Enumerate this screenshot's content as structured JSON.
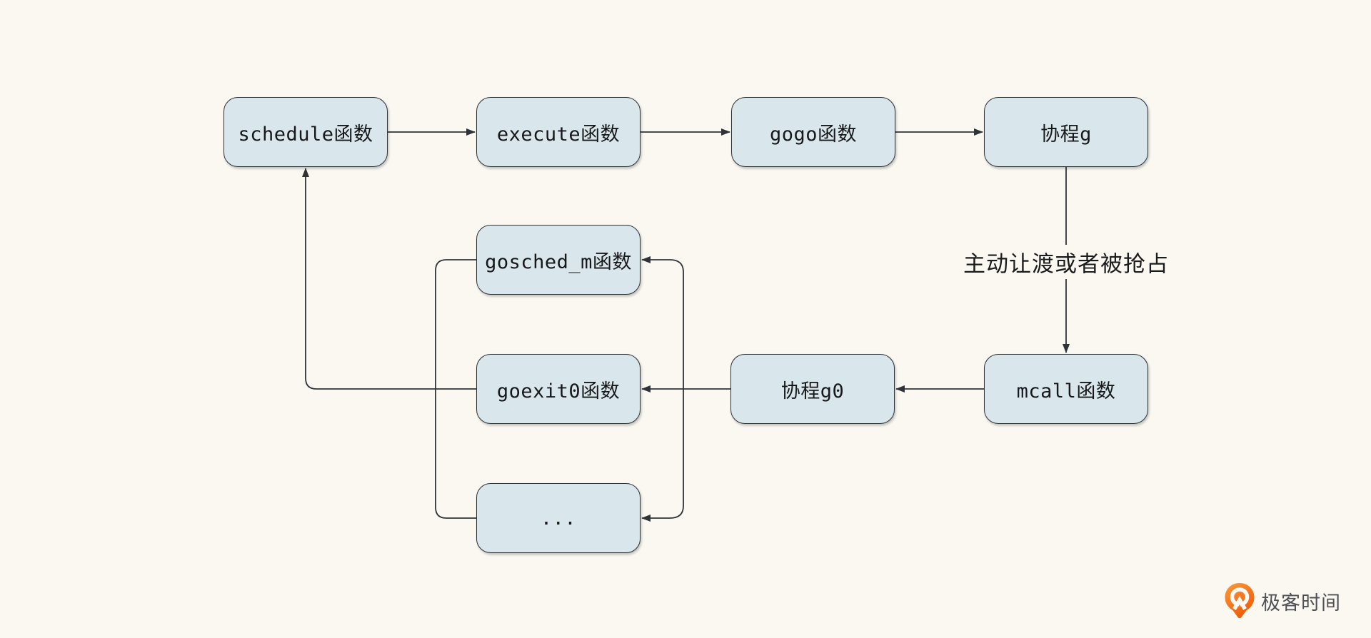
{
  "page": {
    "background_color": "#FAF8F1"
  },
  "diagram": {
    "description": "Go runtime scheduling loop flowchart",
    "nodes": [
      {
        "id": "schedule",
        "label": "schedule函数"
      },
      {
        "id": "execute",
        "label": "execute函数"
      },
      {
        "id": "gogo",
        "label": "gogo函数"
      },
      {
        "id": "goroutine-g",
        "label": "协程g"
      },
      {
        "id": "gosched-m",
        "label": "gosched_m函数"
      },
      {
        "id": "goexit0",
        "label": "goexit0函数"
      },
      {
        "id": "ellipsis",
        "label": "..."
      },
      {
        "id": "goroutine-g0",
        "label": "协程g0"
      },
      {
        "id": "mcall",
        "label": "mcall函数"
      }
    ],
    "edge_label": "主动让渡或者被抢占",
    "colors": {
      "node_fill": "#D9E6EC",
      "node_border": "#2F3337",
      "connector_line": "#2F3337",
      "text": "#17181A",
      "background": "#FAF8F1"
    }
  },
  "brand": {
    "name": "极客时间",
    "logo_icon": "geektime-pin-icon",
    "logo_color": "#F4680B",
    "text_color": "#4F5155"
  }
}
